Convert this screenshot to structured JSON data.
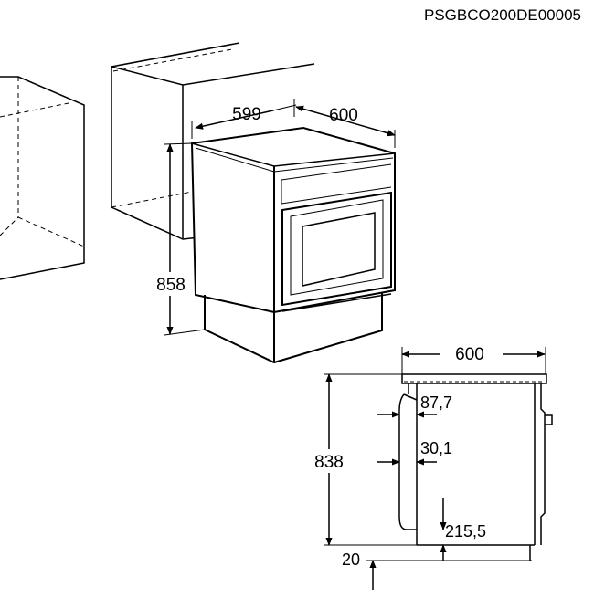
{
  "reference_code": "PSGBCO200DE00005",
  "cooker_dimensions": {
    "depth": "599",
    "width": "600",
    "height": "858"
  },
  "side_section_dimensions": {
    "width": "600",
    "height": "838",
    "upper_offset": "87,7",
    "middle_offset": "30,1",
    "lower_offset": "215,5",
    "base_gap": "20"
  },
  "colors": {
    "line": "#000000",
    "background": "#ffffff"
  }
}
